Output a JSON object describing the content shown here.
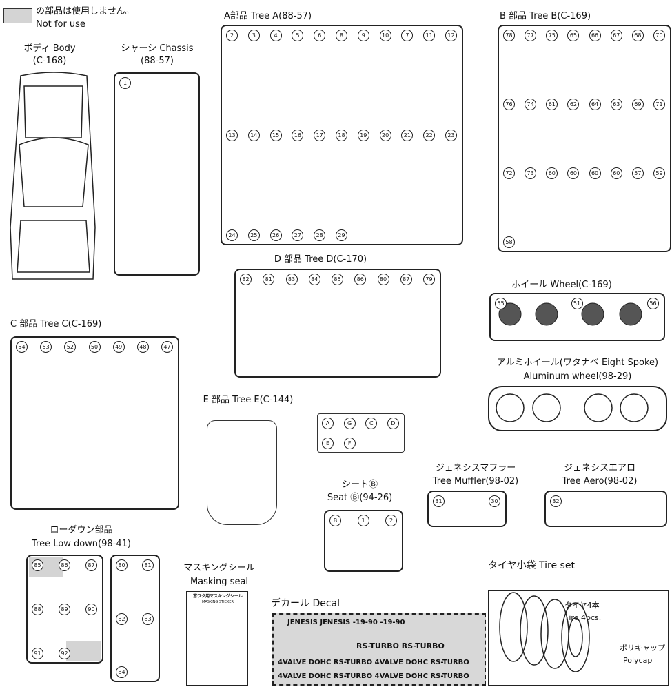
{
  "legend": {
    "jp": "の部品は使用しません。",
    "en": "Not for use",
    "swatch_color": "#d4d4d4"
  },
  "body": {
    "jp": "ボディ Body",
    "code": "(C-168)"
  },
  "chassis": {
    "jp": "シャーシ Chassis",
    "code": "(88-57)",
    "parts": [
      "1"
    ]
  },
  "tree_a": {
    "title": "A部品 Tree A(88-57)",
    "parts": [
      "2",
      "3",
      "4",
      "5",
      "6",
      "8",
      "9",
      "10",
      "7",
      "11",
      "12",
      "13",
      "14",
      "15",
      "16",
      "17",
      "18",
      "19",
      "20",
      "21",
      "22",
      "23",
      "24",
      "25",
      "26",
      "27",
      "28",
      "29"
    ]
  },
  "tree_b": {
    "title": "B 部品 Tree B(C-169)",
    "parts": [
      "78",
      "77",
      "75",
      "65",
      "66",
      "67",
      "68",
      "70",
      "76",
      "74",
      "61",
      "62",
      "64",
      "63",
      "69",
      "71",
      "72",
      "73",
      "60",
      "60",
      "60",
      "60",
      "57",
      "59",
      "58"
    ]
  },
  "tree_d": {
    "title": "D 部品 Tree D(C-170)",
    "parts": [
      "82",
      "81",
      "83",
      "84",
      "85",
      "86",
      "80",
      "87",
      "79"
    ]
  },
  "wheel": {
    "title": "ホイール Wheel(C-169)",
    "parts": [
      "55",
      "51",
      "56"
    ]
  },
  "aluminum": {
    "jp": "アルミホイール(ワタナベ Eight Spoke)",
    "en": "Aluminum wheel(98-29)"
  },
  "tree_c": {
    "title": "C 部品 Tree C(C-169)",
    "parts": [
      "54",
      "53",
      "52",
      "50",
      "49",
      "48",
      "47"
    ]
  },
  "tree_e": {
    "title": "E 部品 Tree E(C-144)",
    "parts": [
      "A",
      "G",
      "C",
      "D",
      "E",
      "F"
    ]
  },
  "muffler": {
    "jp": "ジェネシスマフラー",
    "en": "Tree Muffler(98-02)",
    "parts": [
      "31",
      "30"
    ]
  },
  "aero": {
    "jp": "ジェネシスエアロ",
    "en": "Tree Aero(98-02)",
    "parts": [
      "32"
    ]
  },
  "seat": {
    "jp": "シートⒷ",
    "en": "Seat Ⓑ(94-26)",
    "parts": [
      "B",
      "1",
      "2"
    ]
  },
  "lowdown": {
    "jp": "ローダウン部品",
    "en": "Tree Low down(98-41)",
    "parts": [
      "85",
      "86",
      "87",
      "88",
      "89",
      "90",
      "91",
      "92",
      "80",
      "81",
      "82",
      "83",
      "84"
    ]
  },
  "masking": {
    "jp": "マスキングシール",
    "en": "Masking seal",
    "sheet_title": "窓ワク用マスキングシール",
    "sheet_sub": "MASKING STICKER"
  },
  "decal": {
    "title": "デカール Decal",
    "rows": [
      "JENESIS  JENESIS  -19-90  -19-90",
      "RS-TURBO  RS-TURBO",
      "4VALVE DOHC RS-TURBO   4VALVE DOHC RS-TURBO",
      "4VALVE DOHC RS-TURBO   4VALVE DOHC RS-TURBO"
    ]
  },
  "tireset": {
    "title": "タイヤ小袋 Tire set",
    "tire_jp": "タイヤ4本",
    "tire_en": "Tire 4pcs.",
    "poly_jp": "ポリキャップ",
    "poly_en": "Polycap"
  }
}
